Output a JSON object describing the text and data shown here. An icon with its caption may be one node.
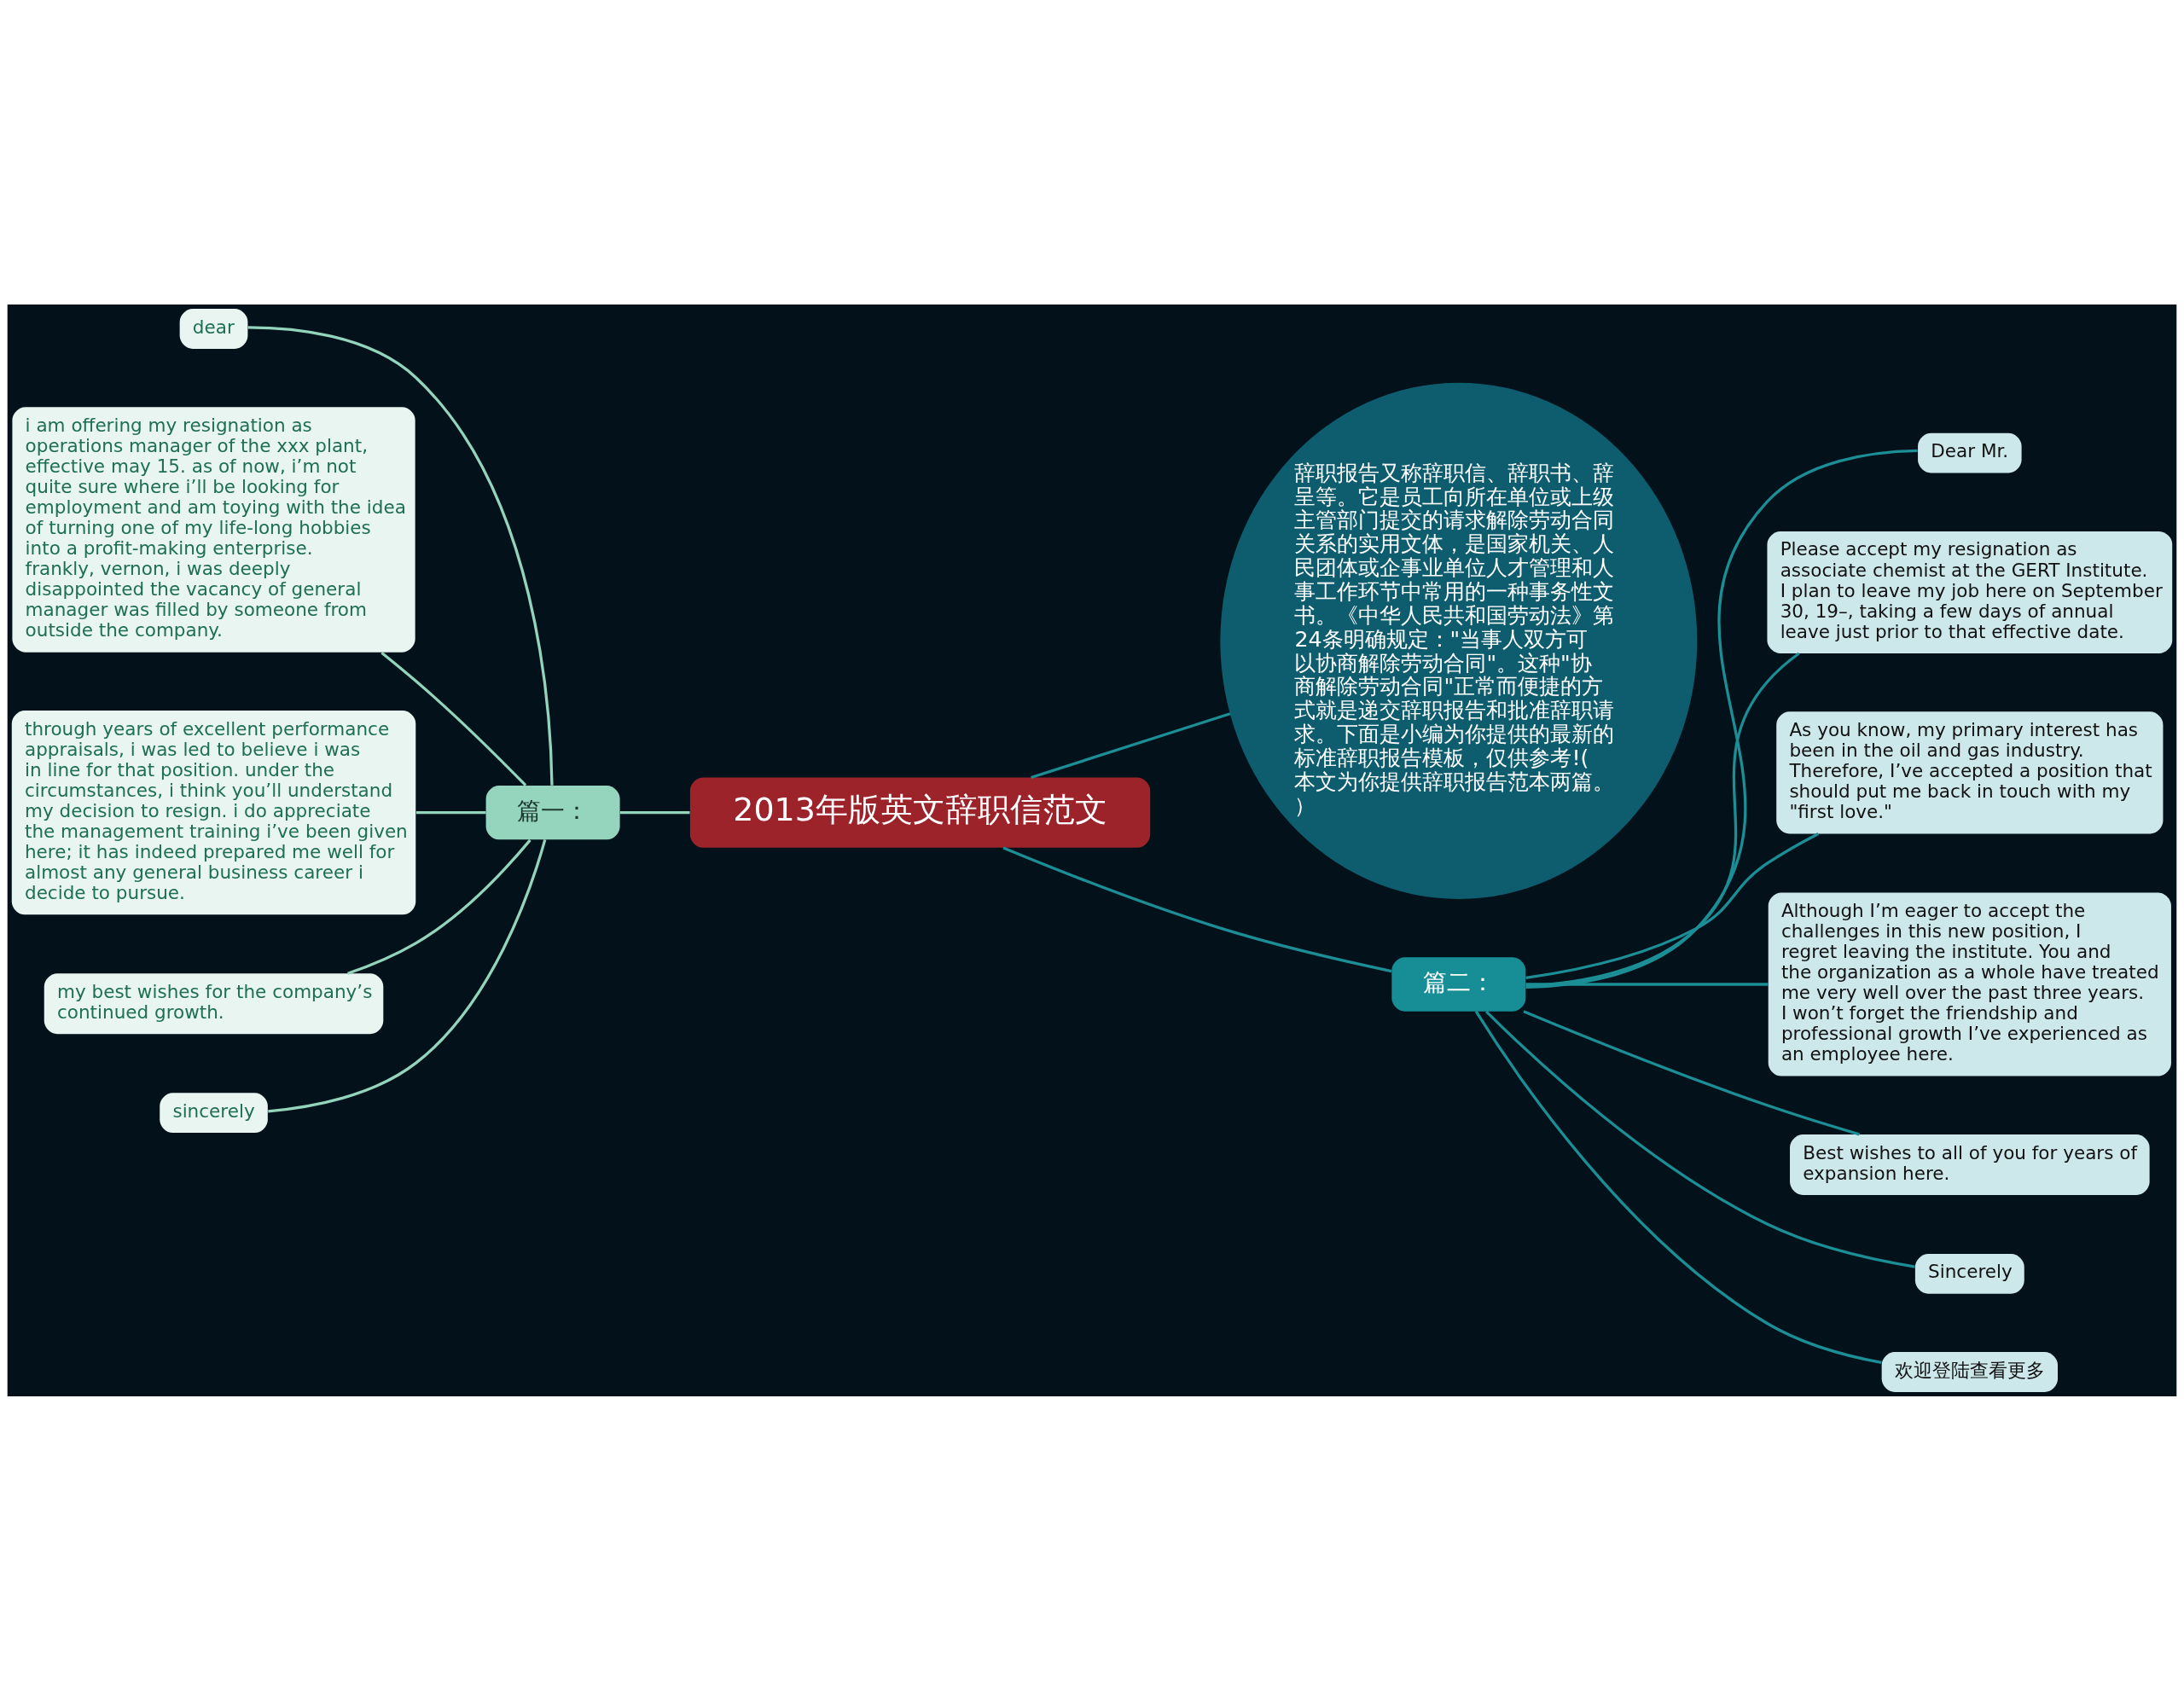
{
  "diagram": {
    "nodes": [
      {
        "text": [
          "2013年版英文辞职信范文"
        ]
      },
      {
        "text": [
          "篇一："
        ]
      },
      {
        "text": [
          "dear"
        ]
      },
      {
        "text": [
          "i am offering my resignation as operations manager of the xxx plant, effective may 15. as of now, i’m not quite sure where i’ll be looking for employment and am toying with the idea of turning one of my life-long hobbies into a profit-making enterprise. frankly, vernon, i was deeply disappointed the vacancy of general manager was filled by someone from outside the company."
        ]
      },
      {
        "text": [
          "through years of excellent performance appraisals, i was led to believe i was in line for that position. under the circumstances, i think you’ll understand my decision to resign. i do appreciate the management training i’ve been given here; it has indeed prepared me well for almost any general business career i decide to pursue."
        ]
      },
      {
        "text": [
          "my best wishes for the company’s continued growth."
        ]
      },
      {
        "text": [
          "sincerely"
        ]
      },
      {
        "text": [
          "辞职报告又称辞职信、辞职书、辞呈等。它是员工向所在单位或上级主管部门提交的请求解除劳动合同关系的实用文体，是国家机关、人民团体或企事业单位人才管理和人事工作环节中常用的一种事务性文书。《中华人民共和国劳动法》第24条明确规定：\"当事人双方可以协商解除劳动合同\"。这种\"协商解除劳动合同\"正常而便捷的方式就是递交辞职报告和批准辞职请求。下面是小编为你提供的最新的标准辞职报告模板，仅供参考!(本文为你提供辞职报告范本两篇。）"
        ]
      },
      {
        "text": [
          "篇二："
        ]
      },
      {
        "text": [
          "Dear Mr."
        ]
      },
      {
        "text": [
          "Please accept my resignation as associate chemist at the GERT Institute. I plan to leave my job here on September 30, 19–, taking a few days of annual leave just prior to that effective date."
        ]
      },
      {
        "text": [
          "As you know, my primary interest has been in the oil and gas industry. Therefore, I’ve accepted a position that should put me back in touch with my \"first love.\""
        ]
      },
      {
        "text": [
          "Although I’m eager to accept the challenges in this new position, I regret leaving the institute. You and the organization as a whole have treated me very well over the past three years. I won’t forget the friendship and professional growth I’ve experienced as an employee here."
        ]
      },
      {
        "text": [
          "Best wishes to all of you for years of expansion here."
        ]
      },
      {
        "text": [
          "Sincerely"
        ]
      },
      {
        "text": [
          "欢迎登陆查看更多"
        ]
      }
    ],
    "edges": [
      {
        "from": 0,
        "to": 1,
        "arrow": "none",
        "color": "#93d4bc"
      },
      {
        "from": 1,
        "to": 2,
        "arrow": "none",
        "color": "#93d4bc"
      },
      {
        "from": 1,
        "to": 3,
        "arrow": "none",
        "color": "#93d4bc"
      },
      {
        "from": 1,
        "to": 4,
        "arrow": "none",
        "color": "#93d4bc"
      },
      {
        "from": 1,
        "to": 5,
        "arrow": "none",
        "color": "#93d4bc"
      },
      {
        "from": 1,
        "to": 6,
        "arrow": "none",
        "color": "#93d4bc"
      },
      {
        "from": 0,
        "to": 7,
        "arrow": "none"
      },
      {
        "from": 0,
        "to": 8,
        "arrow": "none"
      },
      {
        "from": 8,
        "to": 9,
        "arrow": "none"
      },
      {
        "from": 8,
        "to": 10,
        "arrow": "none"
      },
      {
        "from": 8,
        "to": 11,
        "arrow": "none"
      },
      {
        "from": 8,
        "to": 12,
        "arrow": "none"
      },
      {
        "from": 8,
        "to": 13,
        "arrow": "none"
      },
      {
        "from": 8,
        "to": 14,
        "arrow": "none"
      },
      {
        "from": 8,
        "to": 15,
        "arrow": "none"
      }
    ]
  }
}
